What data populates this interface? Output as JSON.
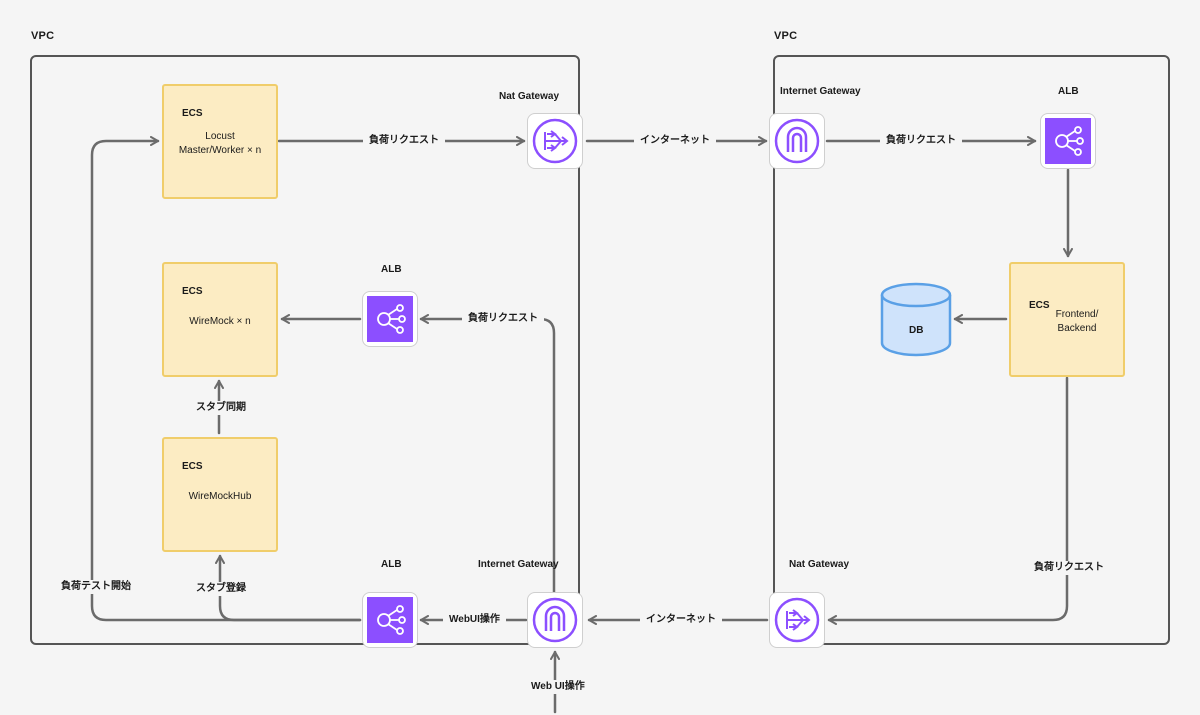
{
  "vpc_left": {
    "label": "VPC"
  },
  "vpc_right": {
    "label": "VPC"
  },
  "ecs_locust": {
    "tag": "ECS",
    "line1": "Locust",
    "line2": "Master/Worker × n"
  },
  "ecs_wiremock": {
    "tag": "ECS",
    "line1": "WireMock × n"
  },
  "ecs_wiremockhub": {
    "tag": "ECS",
    "line1": "WireMockHub"
  },
  "ecs_app": {
    "tag": "ECS",
    "line1": "Frontend/",
    "line2": "Backend"
  },
  "db": {
    "label": "DB"
  },
  "services": {
    "nat_left": "Nat Gateway",
    "alb_left_mid": "ALB",
    "alb_left_bottom": "ALB",
    "igw_left_bottom": "Internet Gateway",
    "igw_right_top": "Internet Gateway",
    "alb_right_top": "ALB",
    "nat_right_bottom": "Nat Gateway"
  },
  "edges": {
    "locust_to_nat": "負荷リクエスト",
    "nat_to_igw": "インターネット",
    "igw_to_alb": "負荷リクエスト",
    "alb_to_wiremock": "負荷リクエスト",
    "stub_sync": "スタブ同期",
    "stub_register": "スタブ登録",
    "load_test_start": "負荷テスト開始",
    "webui_op": "WebUI操作",
    "internet_bottom": "インターネット",
    "app_to_nat": "負荷リクエスト",
    "web_ui_external": "Web UI操作"
  },
  "colors": {
    "ecs_fill": "#fcecc3",
    "ecs_border": "#f0cd6a",
    "alb_purple": "#8c4fff",
    "db_fill": "#cfe3fb",
    "db_border": "#5aa0e6",
    "arrow": "#6b6b6b"
  },
  "icons": {
    "nat": "nat-gateway-icon",
    "igw": "internet-gateway-icon",
    "alb": "load-balancer-icon"
  }
}
